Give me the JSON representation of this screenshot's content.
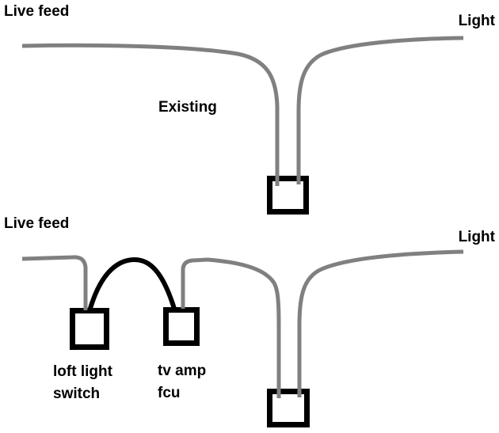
{
  "colors": {
    "wire_gray": "#808080",
    "wire_black": "#000000",
    "box_border": "#000000",
    "background": "#ffffff"
  },
  "labels": {
    "existing": {
      "live_feed": "Live feed",
      "light": "Light",
      "caption": "Existing"
    },
    "proposed": {
      "live_feed": "Live feed",
      "light": "Light",
      "switch_line1": "loft light",
      "switch_line2": "switch",
      "fcu_line1": "tv amp",
      "fcu_line2": "fcu"
    }
  }
}
